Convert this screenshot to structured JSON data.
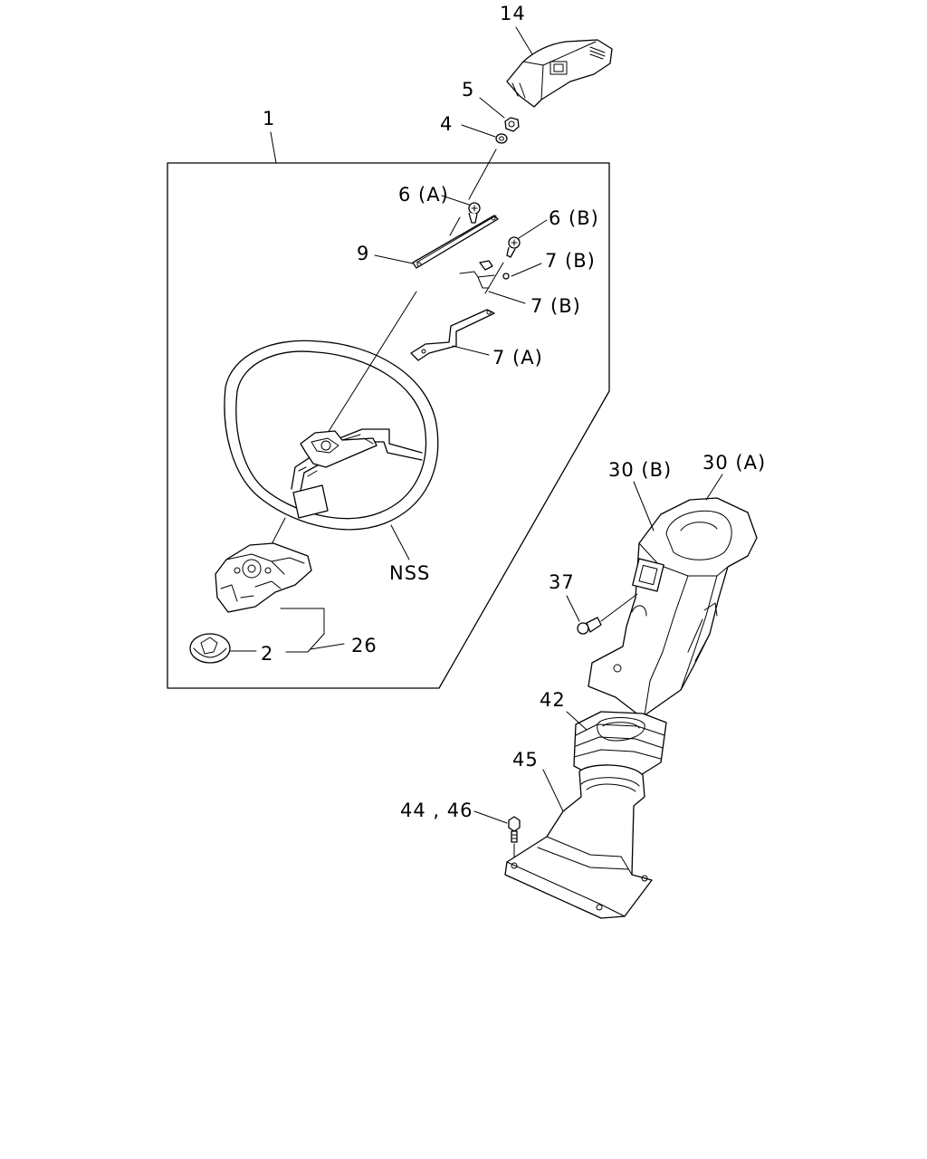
{
  "diagram": {
    "labels": {
      "p1": "1",
      "p14": "14",
      "p5": "5",
      "p4": "4",
      "p6a": "6 (A)",
      "p6b": "6 (B)",
      "p9": "9",
      "p7b_1": "7 (B)",
      "p7b_2": "7 (B)",
      "p7a": "7 (A)",
      "nss": "NSS",
      "p2": "2",
      "p26": "26",
      "p30b": "30 (B)",
      "p30a": "30 (A)",
      "p37": "37",
      "p42": "42",
      "p45": "45",
      "p44_46": "44 , 46"
    }
  }
}
